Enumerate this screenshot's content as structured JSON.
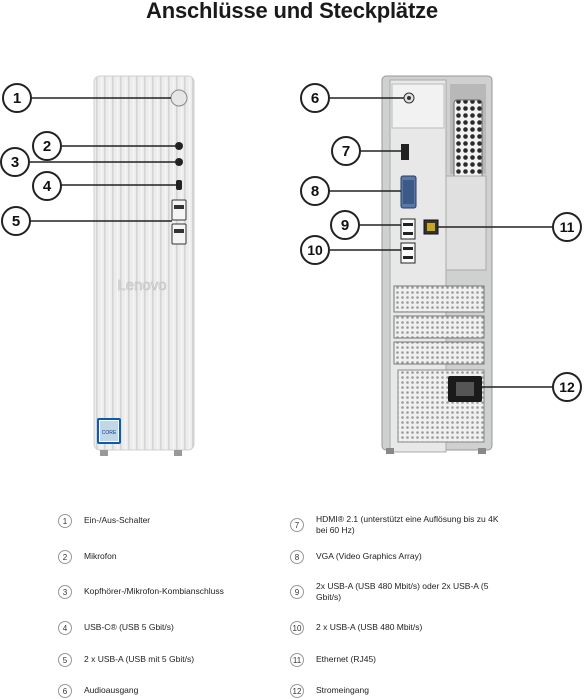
{
  "title": "Anschlüsse und Steckplätze",
  "logo": "Lenovo",
  "cpu_badge": {
    "brand": "intel",
    "line": "CORE"
  },
  "front_callouts": [
    "1",
    "2",
    "3",
    "4",
    "5"
  ],
  "rear_callouts": [
    "6",
    "7",
    "8",
    "9",
    "10",
    "11",
    "12"
  ],
  "legend": [
    {
      "num": "1",
      "text": "Ein-/Aus-Schalter"
    },
    {
      "num": "2",
      "text": "Mikrofon"
    },
    {
      "num": "3",
      "text": "Kopfhörer-/Mikrofon-Kombianschluss"
    },
    {
      "num": "4",
      "text": "USB-C® (USB 5 Gbit/s)"
    },
    {
      "num": "5",
      "text": "2 x USB-A (USB mit 5 Gbit/s)"
    },
    {
      "num": "6",
      "text": "Audioausgang"
    },
    {
      "num": "7",
      "text": "HDMI® 2.1 (unterstützt eine Auflösung bis zu 4K bei 60 Hz)"
    },
    {
      "num": "8",
      "text": "VGA (Video Graphics Array)"
    },
    {
      "num": "9",
      "text": "2x USB-A (USB 480 Mbit/s) oder 2x USB-A (5 Gbit/s)"
    },
    {
      "num": "10",
      "text": "2 x USB-A (USB 480 Mbit/s)"
    },
    {
      "num": "11",
      "text": "Ethernet (RJ45)"
    },
    {
      "num": "12",
      "text": "Stromeingang"
    }
  ]
}
